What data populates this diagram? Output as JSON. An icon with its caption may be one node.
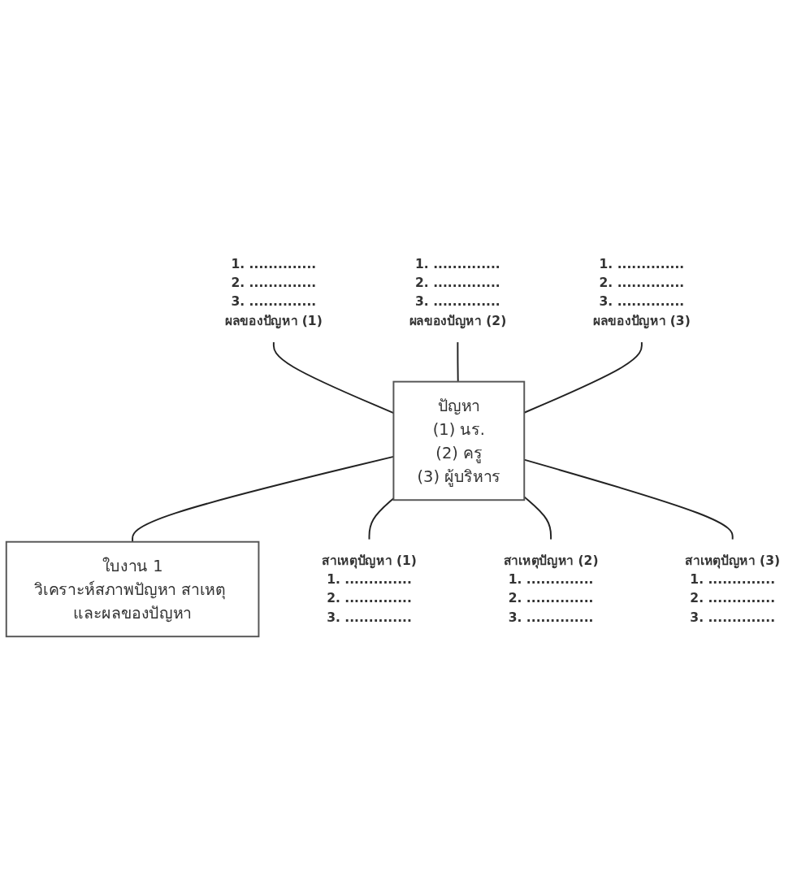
{
  "diagram": {
    "nodes": [
      {
        "text": [
          "1. ..............",
          "2. ..............",
          "3. ..............",
          "ผลของปัญหา (1)"
        ]
      },
      {
        "text": [
          "1. ..............",
          "2. ..............",
          "3. ..............",
          "ผลของปัญหา (2)"
        ]
      },
      {
        "text": [
          "1. ..............",
          "2. ..............",
          "3. ..............",
          "ผลของปัญหา (3)"
        ]
      },
      {
        "text": [
          "ปัญหา",
          "(1) นร.",
          "(2) ครู",
          "(3) ผู้บริหาร"
        ]
      },
      {
        "text": [
          "ใบงาน 1",
          "วิเคราะห์สภาพปัญหา สาเหตุ และผลของปัญหา"
        ]
      },
      {
        "text": [
          "สาเหตุปัญหา (1)",
          "1. ..............",
          "2. ..............",
          "3. .............."
        ]
      },
      {
        "text": [
          "สาเหตุปัญหา (2)",
          "1. ..............",
          "2. ..............",
          "3. .............."
        ]
      },
      {
        "text": [
          "สาเหตุปัญหา (3)",
          "1. ..............",
          "2. ..............",
          "3. .............."
        ]
      }
    ],
    "edges": [
      {
        "from": 0,
        "to": 3,
        "arrow": "none"
      },
      {
        "from": 1,
        "to": 3,
        "arrow": "none"
      },
      {
        "from": 2,
        "to": 3,
        "arrow": "none"
      },
      {
        "from": 3,
        "to": 4,
        "arrow": "none"
      },
      {
        "from": 3,
        "to": 5,
        "arrow": "none"
      },
      {
        "from": 3,
        "to": 6,
        "arrow": "none"
      },
      {
        "from": 3,
        "to": 7,
        "arrow": "none"
      }
    ]
  }
}
